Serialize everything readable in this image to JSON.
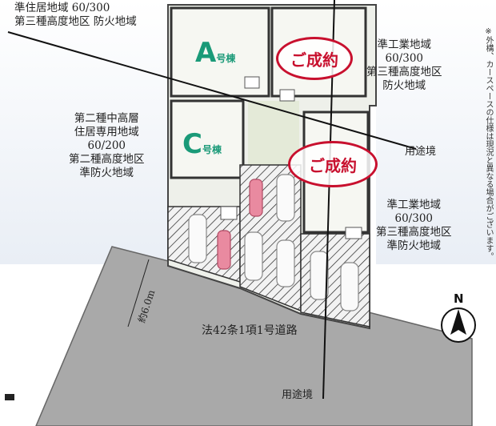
{
  "zones": {
    "top_left": "準住居地域 60/300\n第三種高度地区 防火地域",
    "left": "第二種中高層\n住居専用地域\n60/200\n第二種高度地区\n準防火地域",
    "top_right": "準工業地域\n60/300\n第三種高度地区\n防火地域",
    "right": "準工業地域\n60/300\n第三種高度地区\n準防火地域"
  },
  "lots": {
    "a": {
      "letter": "A",
      "suffix": "号棟"
    },
    "c": {
      "letter": "C",
      "suffix": "号棟"
    }
  },
  "stamps": [
    "ご成約",
    "ご成約"
  ],
  "boundary_labels": [
    "用途境",
    "用途境"
  ],
  "road": {
    "label": "法42条1項1号道路",
    "width": "約6.0m"
  },
  "note": "※外構、カースペースの仕様は現況と異なる場合がございます。",
  "north_label": "N",
  "colors": {
    "lot_green": "#1a9a78",
    "stamp_red": "#c8102e",
    "road_gray": "#a9a9a9"
  }
}
